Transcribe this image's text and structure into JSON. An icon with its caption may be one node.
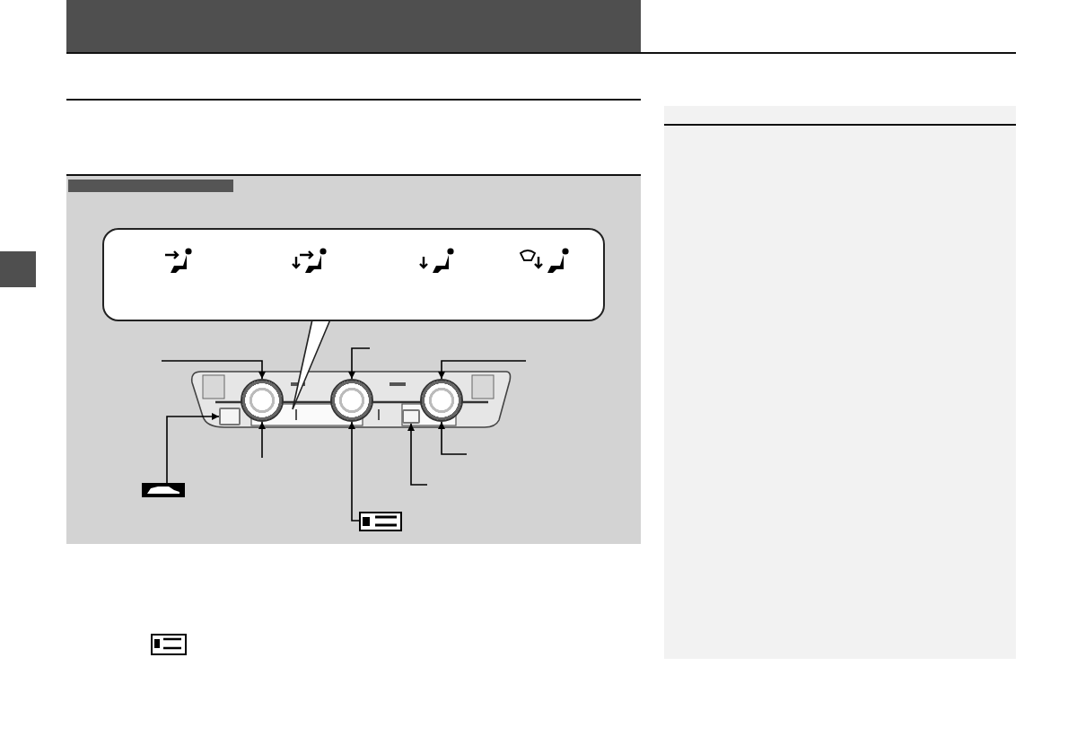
{
  "diagram": {
    "nodes": [
      {
        "text": [],
        "shape": "box"
      },
      {
        "text": [],
        "shape": "circle"
      },
      {
        "text": [],
        "shape": "circle"
      },
      {
        "text": [],
        "shape": "circle"
      },
      {
        "text": [],
        "shape": "box"
      },
      {
        "text": [],
        "shape": "box"
      },
      {
        "text": [],
        "shape": "picture"
      },
      {
        "text": [],
        "shape": "picture"
      }
    ],
    "edges": [
      {
        "from": null,
        "to": 1,
        "arrow": "to"
      },
      {
        "from": null,
        "to": 1,
        "arrow": "to"
      },
      {
        "from": null,
        "to": 2,
        "arrow": "to"
      },
      {
        "from": 7,
        "to": 2,
        "arrow": "to"
      },
      {
        "from": null,
        "to": 3,
        "arrow": "to"
      },
      {
        "from": null,
        "to": 3,
        "arrow": "to"
      },
      {
        "from": null,
        "to": 5,
        "arrow": "to"
      },
      {
        "from": 6,
        "to": 4,
        "arrow": "to"
      }
    ]
  }
}
